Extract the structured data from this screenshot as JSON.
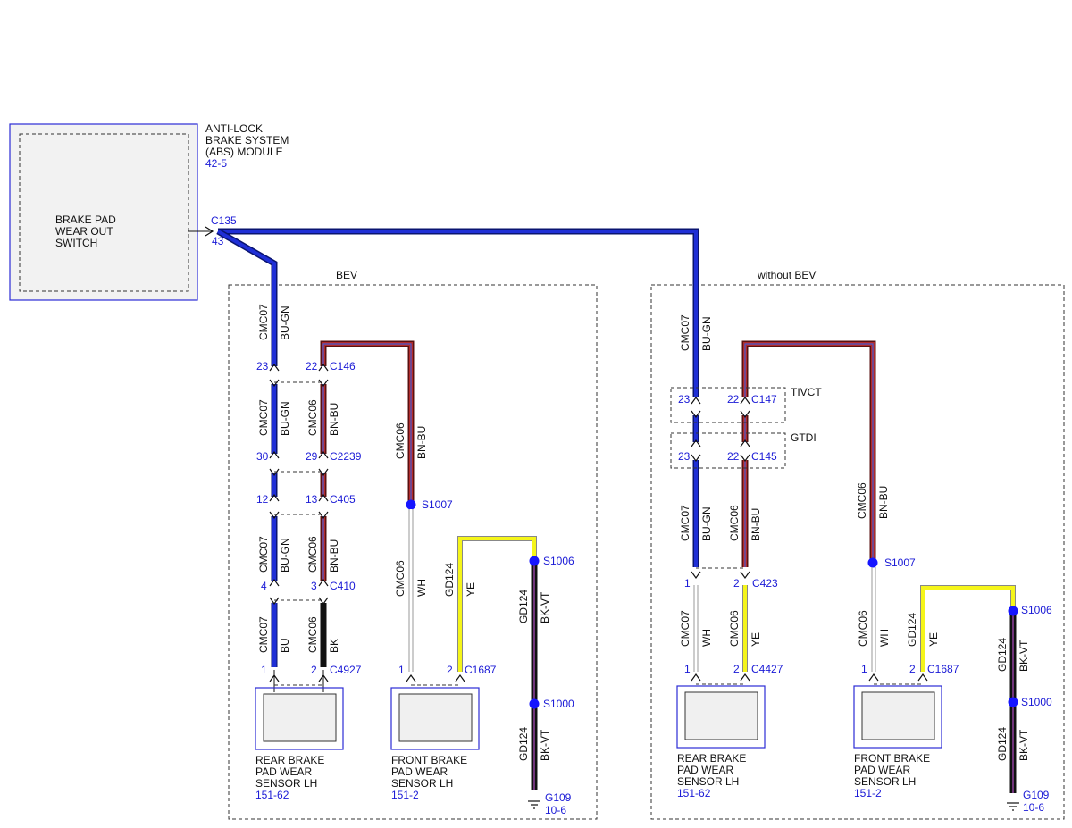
{
  "module": {
    "name_lines": [
      "ANTI-LOCK",
      "BRAKE SYSTEM",
      "(ABS) MODULE"
    ],
    "ref": "42-5",
    "internal_lines": [
      "BRAKE PAD",
      "WEAR OUT",
      "SWITCH"
    ],
    "connector": "C135",
    "pin": "43"
  },
  "zones": {
    "bev": "BEV",
    "without_bev": "without BEV"
  },
  "left": {
    "wire_a": {
      "circuit": "CMC07",
      "color": "BU-GN"
    },
    "wire_b": {
      "circuit": "CMC06",
      "color": "BN-BU"
    },
    "wire_bu": {
      "circuit": "CMC07",
      "color": "BU"
    },
    "wire_bk": {
      "circuit": "CMC06",
      "color": "BK"
    },
    "wire_wh": {
      "circuit": "CMC06",
      "color": "WH"
    },
    "wire_ye": {
      "circuit": "GD124",
      "color": "YE"
    },
    "wire_bkvt": {
      "circuit": "GD124",
      "color": "BK-VT"
    },
    "c146": {
      "pin_a": "23",
      "pin_b": "22",
      "name": "C146"
    },
    "c2239": {
      "pin_a": "30",
      "pin_b": "29",
      "name": "C2239"
    },
    "c405": {
      "pin_a": "12",
      "pin_b": "13",
      "name": "C405"
    },
    "c410": {
      "pin_a": "4",
      "pin_b": "3",
      "name": "C410"
    },
    "c4927": {
      "pin_a": "1",
      "pin_b": "2",
      "name": "C4927"
    },
    "c1687": {
      "pin_a": "1",
      "pin_b": "2",
      "name": "C1687"
    },
    "s1007": "S1007",
    "s1006": "S1006",
    "s1000": "S1000",
    "ground": {
      "name": "G109",
      "ref": "10-6"
    },
    "rear_sensor": {
      "lines": [
        "REAR BRAKE",
        "PAD WEAR",
        "SENSOR LH"
      ],
      "ref": "151-62"
    },
    "front_sensor": {
      "lines": [
        "FRONT BRAKE",
        "PAD WEAR",
        "SENSOR LH"
      ],
      "ref": "151-2"
    }
  },
  "right": {
    "wire_a": {
      "circuit": "CMC07",
      "color": "BU-GN"
    },
    "wire_b": {
      "circuit": "CMC06",
      "color": "BN-BU"
    },
    "wire_wh": {
      "circuit": "CMC07",
      "color": "WH"
    },
    "wire_ye": {
      "circuit": "CMC06",
      "color": "YE"
    },
    "wire_wh2": {
      "circuit": "CMC06",
      "color": "WH"
    },
    "wire_ye2": {
      "circuit": "GD124",
      "color": "YE"
    },
    "wire_bkvt": {
      "circuit": "GD124",
      "color": "BK-VT"
    },
    "tivct": "TIVCT",
    "gtdi": "GTDI",
    "c147": {
      "pin_a": "23",
      "pin_b": "22",
      "name": "C147"
    },
    "c145": {
      "pin_a": "23",
      "pin_b": "22",
      "name": "C145"
    },
    "c423": {
      "pin_a": "1",
      "pin_b": "2",
      "name": "C423"
    },
    "c4427": {
      "pin_a": "1",
      "pin_b": "2",
      "name": "C4427"
    },
    "c1687": {
      "pin_a": "1",
      "pin_b": "2",
      "name": "C1687"
    },
    "s1007": "S1007",
    "s1006": "S1006",
    "s1000": "S1000",
    "ground": {
      "name": "G109",
      "ref": "10-6"
    },
    "rear_sensor": {
      "lines": [
        "REAR BRAKE",
        "PAD WEAR",
        "SENSOR LH"
      ],
      "ref": "151-62"
    },
    "front_sensor": {
      "lines": [
        "FRONT BRAKE",
        "PAD WEAR",
        "SENSOR LH"
      ],
      "ref": "151-2"
    }
  },
  "colors": {
    "blue": "#1f2fd6",
    "brown": "#8b1f1f",
    "brown_stripe": "#4a5bd0",
    "yellow": "#f5f51a",
    "black": "#111111",
    "violet": "#8a3d9a",
    "ref": "#1a1ad6",
    "splice": "#1515ff"
  }
}
